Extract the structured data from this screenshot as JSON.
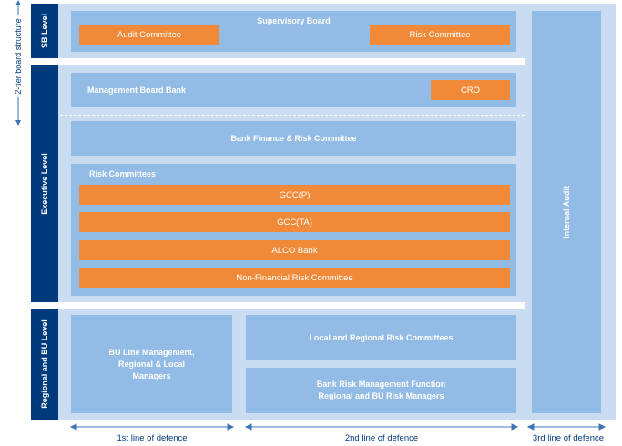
{
  "side_label": "2-tier board structure",
  "levels": {
    "sb": "SB Level",
    "executive": "Executive Level",
    "regional": "Regional and BU Level"
  },
  "supervisory_board": {
    "title": "Supervisory Board",
    "audit_committee": "Audit Committee",
    "risk_committee": "Risk Committee"
  },
  "management": {
    "title": "Management Board Bank",
    "cro": "CRO"
  },
  "bank_finance": "Bank Finance & Risk Committee",
  "risk_committees": {
    "title": "Risk Committees",
    "items": [
      "GCC(P)",
      "GCC(TA)",
      "ALCO Bank",
      "Non-Financial Risk Committee"
    ]
  },
  "internal_audit": "Internal Audit",
  "regional": {
    "bu_line": "BU Line Management, Regional & Local Managers",
    "local_committees": "Local and Regional Risk Committees",
    "risk_function_line1": "Bank Risk Management Function",
    "risk_function_line2": "Regional and BU Risk Managers"
  },
  "lines_of_defence": [
    "1st line of defence",
    "2nd line of defence",
    "3rd line of defence"
  ],
  "colors": {
    "dark_blue": "#003a7d",
    "light_band": "#c9dcf1",
    "mid_blue": "#92bbe5",
    "orange": "#f08a38"
  }
}
